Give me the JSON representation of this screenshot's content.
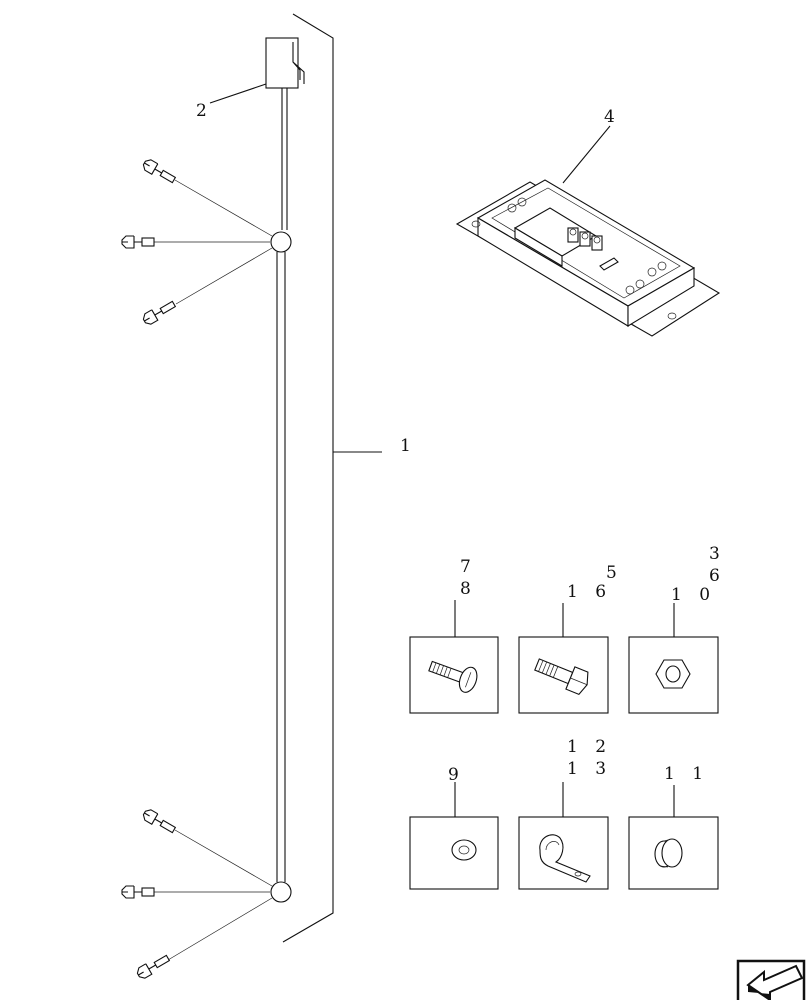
{
  "callouts": {
    "harness": "1",
    "connector": "2",
    "part_3": "3",
    "module": "4",
    "part_5": "5",
    "part_6": "6",
    "part_7": "7",
    "part_8": "8",
    "part_9": "9",
    "part_10": "1 0",
    "part_11": "1 1",
    "part_12": "1 2",
    "part_13": "1 3",
    "part_16": "1 6"
  },
  "icons": {
    "nav": "back-arrow-icon"
  }
}
